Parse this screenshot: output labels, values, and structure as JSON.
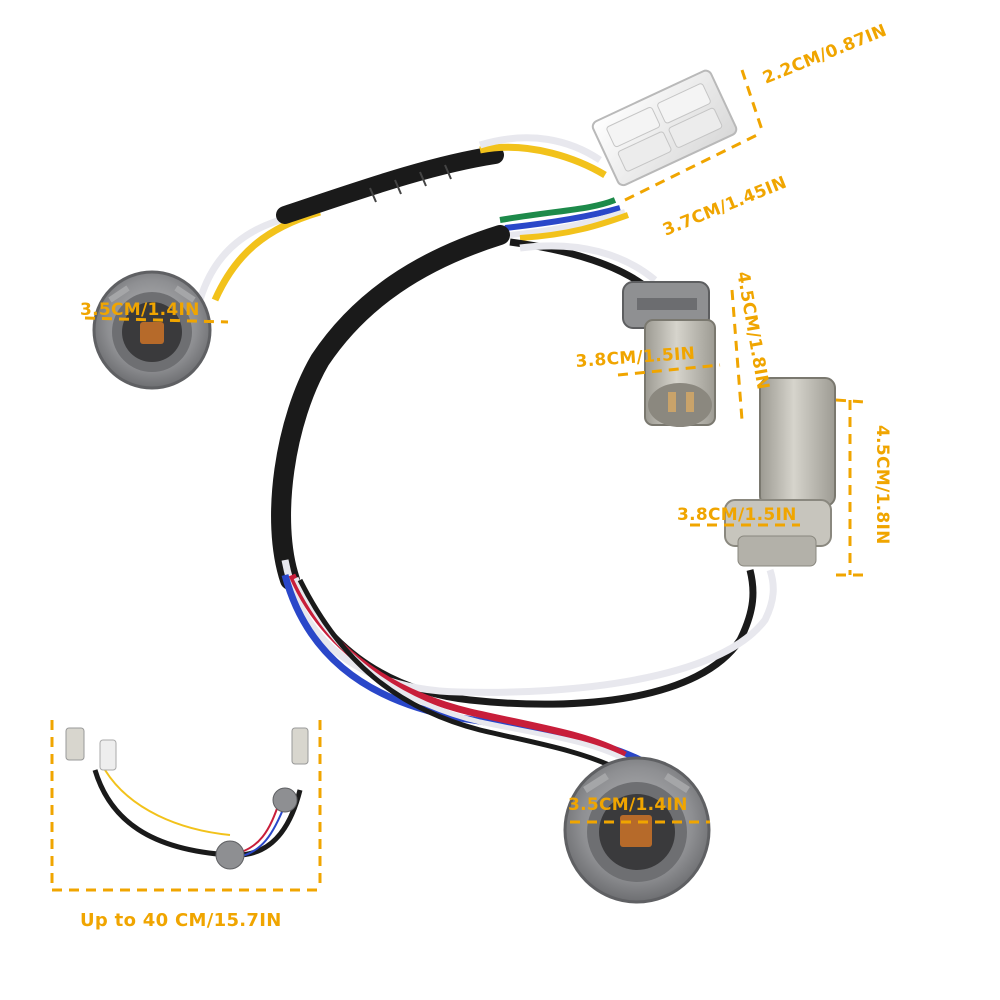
{
  "dimensions": {
    "connector_height": "2.2CM/0.87IN",
    "connector_width": "3.7CM/1.45IN",
    "left_socket_diameter": "3.5CM/1.4IN",
    "upper_bulb_height": "4.5CM/1.8IN",
    "upper_bulb_width": "3.8CM/1.5IN",
    "lower_bulb_height": "4.5CM/1.8IN",
    "lower_bulb_width": "3.8CM/1.5IN",
    "bottom_socket_diameter": "3.5CM/1.4IN"
  },
  "inset": {
    "length_label": "Up to 40 CM/15.7IN"
  },
  "colors": {
    "accent": "#f0a500",
    "wire_black": "#1a1a1a",
    "wire_white": "#e8e8ee",
    "wire_yellow": "#f2c21b",
    "wire_green": "#1d8a4a",
    "wire_blue": "#2a47c9",
    "wire_red": "#c81e3a",
    "socket_grey": "#8c8d8f"
  }
}
